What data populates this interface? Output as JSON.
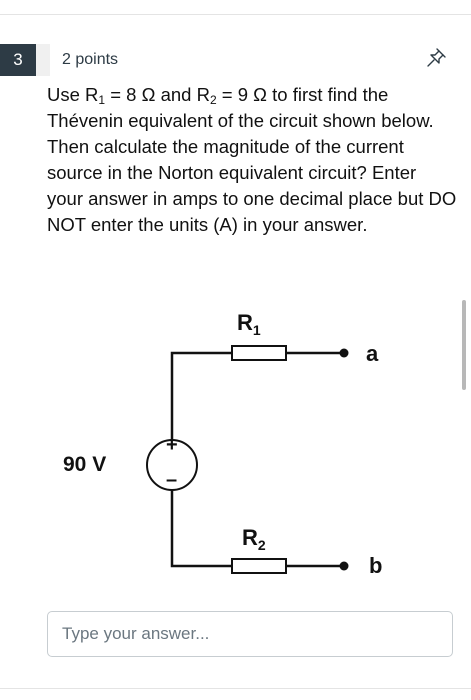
{
  "question": {
    "number": "3",
    "points": "2 points",
    "text_parts": {
      "p1": "Use R",
      "sub1": "1",
      "p2": " = 8 Ω and R",
      "sub2": "2",
      "p3": " = 9 Ω to first find the Thévenin equivalent of the circuit shown below. Then calculate the magnitude of the current source in the Norton equivalent circuit? Enter your answer in amps to one decimal place but DO NOT enter the units (A) in your answer."
    }
  },
  "icons": {
    "pin": "pin-icon"
  },
  "circuit": {
    "r1_label": "R",
    "r1_sub": "1",
    "r2_label": "R",
    "r2_sub": "2",
    "source_label": "90 V",
    "plus": "+",
    "minus": "–",
    "node_a": "a",
    "node_b": "b"
  },
  "answer": {
    "placeholder": "Type your answer..."
  }
}
